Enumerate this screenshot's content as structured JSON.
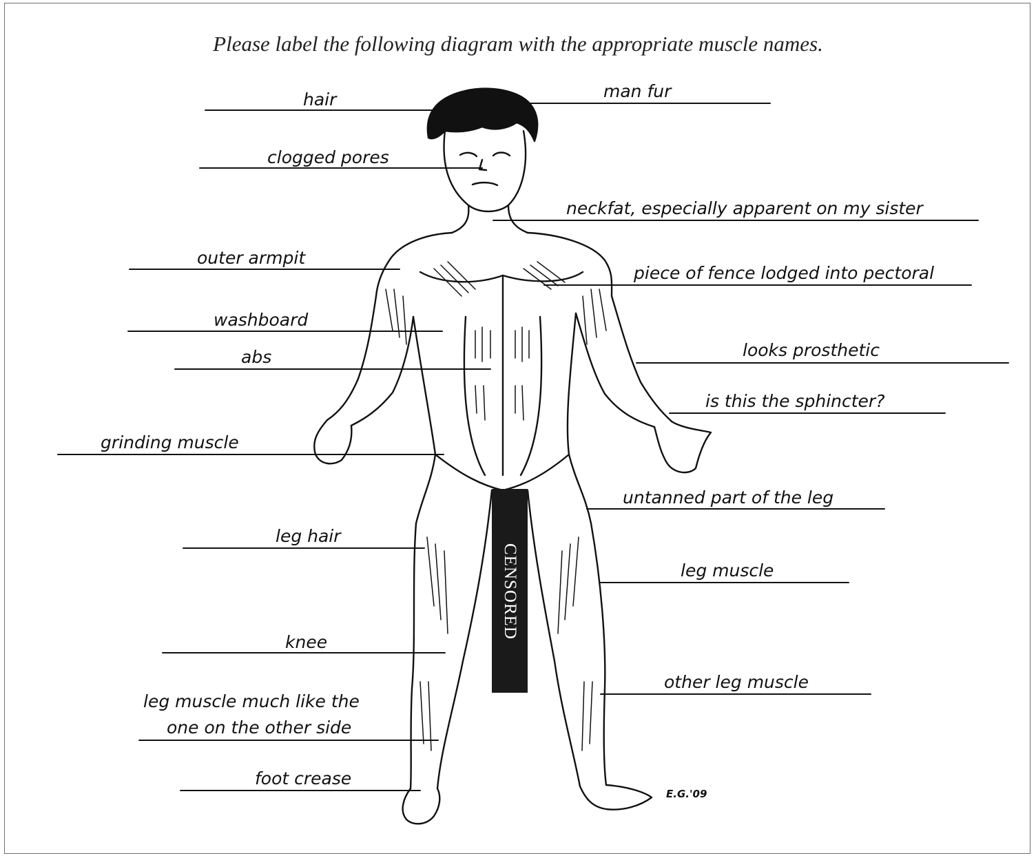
{
  "prompt": "Please label the following diagram with the appropriate muscle names.",
  "censor_text": "CENSORED",
  "signature": "E.G.'09",
  "labels": {
    "hair": "hair",
    "man_fur": "man fur",
    "clogged_pores": "clogged pores",
    "neckfat": "neckfat, especially apparent on my sister",
    "outer_armpit": "outer armpit",
    "fence": "piece of fence lodged into pectoral",
    "washboard": "washboard",
    "abs": "abs",
    "prosthetic": "looks prosthetic",
    "sphincter": "is this the sphincter?",
    "grinding": "grinding muscle",
    "untanned": "untanned part of the leg",
    "leg_hair": "leg hair",
    "leg_muscle": "leg muscle",
    "knee": "knee",
    "other_leg_muscle": "other leg muscle",
    "leg_muscle_like_1": "leg muscle much like the",
    "leg_muscle_like_2": "one on the other side",
    "foot_crease": "foot crease"
  }
}
